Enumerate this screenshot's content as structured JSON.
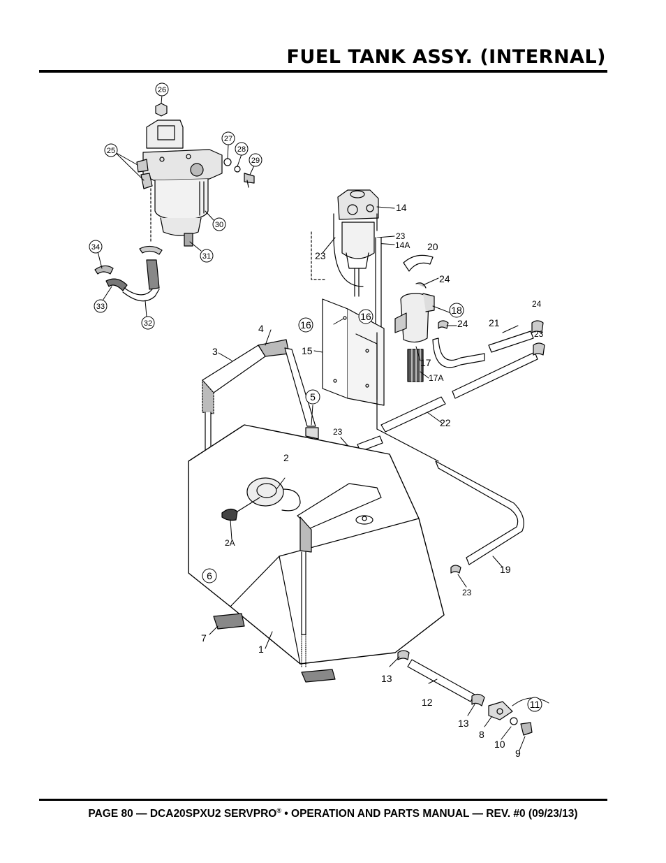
{
  "header": {
    "title": "FUEL TANK ASSY. (INTERNAL)"
  },
  "footer": {
    "prefix": "PAGE 80 — DCA20SPXU2 SERVPRO",
    "registered": "®",
    "suffix": " • OPERATION AND PARTS MANUAL — REV. #0 (09/23/13)"
  },
  "callouts": {
    "c26": "26",
    "c27": "27",
    "c28": "28",
    "c29": "29",
    "c25": "25",
    "c30": "30",
    "c31": "31",
    "c34": "34",
    "c33": "33",
    "c32": "32",
    "c14": "14",
    "c23a": "23",
    "c14a": "14A",
    "c23b": "23",
    "c20": "20",
    "c24a": "24",
    "c18": "18",
    "c24b": "24",
    "c21": "21",
    "c24c": "24",
    "c23c": "23",
    "c16a": "16",
    "c16b": "16",
    "c15": "15",
    "c17": "17",
    "c17a": "17A",
    "c4": "4",
    "c3": "3",
    "c5": "5",
    "c22": "22",
    "c23d": "23",
    "c2": "2",
    "c2a": "2A",
    "c6": "6",
    "c19": "19",
    "c23e": "23",
    "c7": "7",
    "c1": "1",
    "c13a": "13",
    "c12": "12",
    "c11": "11",
    "c13b": "13",
    "c8": "8",
    "c10": "10",
    "c9": "9"
  }
}
